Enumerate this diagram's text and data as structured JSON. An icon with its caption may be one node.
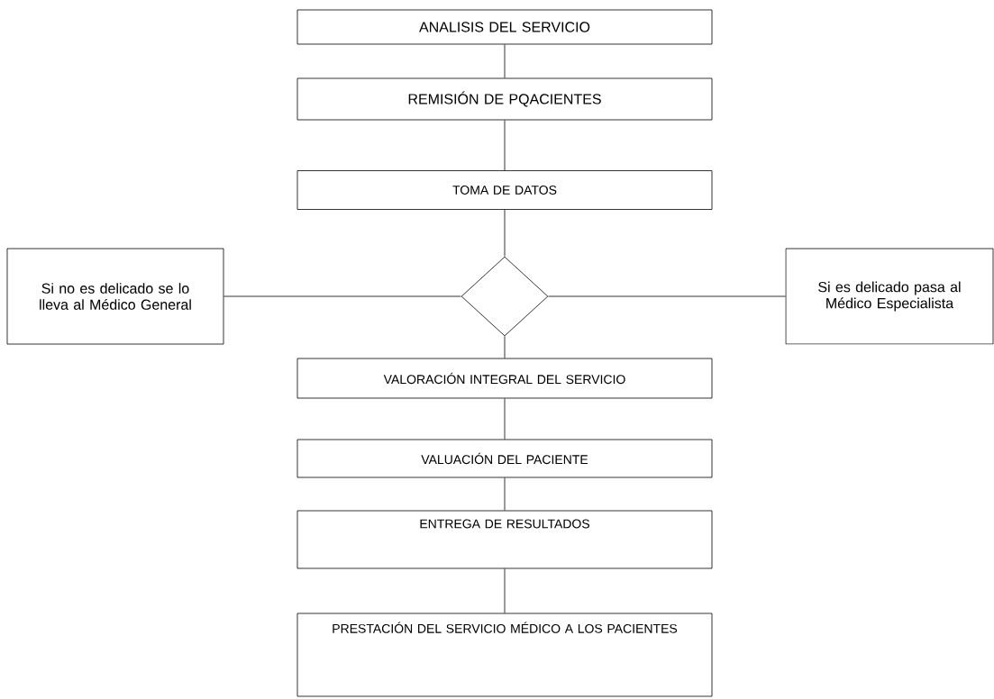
{
  "diagram": {
    "nodes": [
      {
        "text": [
          "ANALISIS DEL SERVICIO"
        ]
      },
      {
        "text": [
          "REMISIÓN DE PQACIENTES"
        ]
      },
      {
        "text": [
          "TOMA DE DATOS"
        ]
      },
      {
        "text": [
          "Si no es delicado se lo lleva  al Médico General"
        ]
      },
      {
        "text": [],
        "shape": "diamond"
      },
      {
        "text": [
          "Si es delicado pasa al Médico Especialista"
        ]
      },
      {
        "text": [
          "VALORACIÓN INTEGRAL DEL SERVICIO"
        ]
      },
      {
        "text": [
          "VALUACIÓN DEL PACIENTE"
        ]
      },
      {
        "text": [
          "ENTREGA DE RESULTADOS"
        ]
      },
      {
        "text": [
          "PRESTACIÓN DEL SERVICIO MÉDICO A LOS PACIENTES"
        ]
      }
    ],
    "edges": [
      {
        "from": 0,
        "to": 1,
        "arrow": "none"
      },
      {
        "from": 1,
        "to": 2,
        "arrow": "none"
      },
      {
        "from": 2,
        "to": 4,
        "arrow": "none"
      },
      {
        "from": 4,
        "to": 3,
        "arrow": "none"
      },
      {
        "from": 4,
        "to": 5,
        "arrow": "none"
      },
      {
        "from": 4,
        "to": 6,
        "arrow": "none"
      },
      {
        "from": 6,
        "to": 7,
        "arrow": "none"
      },
      {
        "from": 7,
        "to": 8,
        "arrow": "none"
      },
      {
        "from": 8,
        "to": 9,
        "arrow": "none"
      }
    ]
  }
}
